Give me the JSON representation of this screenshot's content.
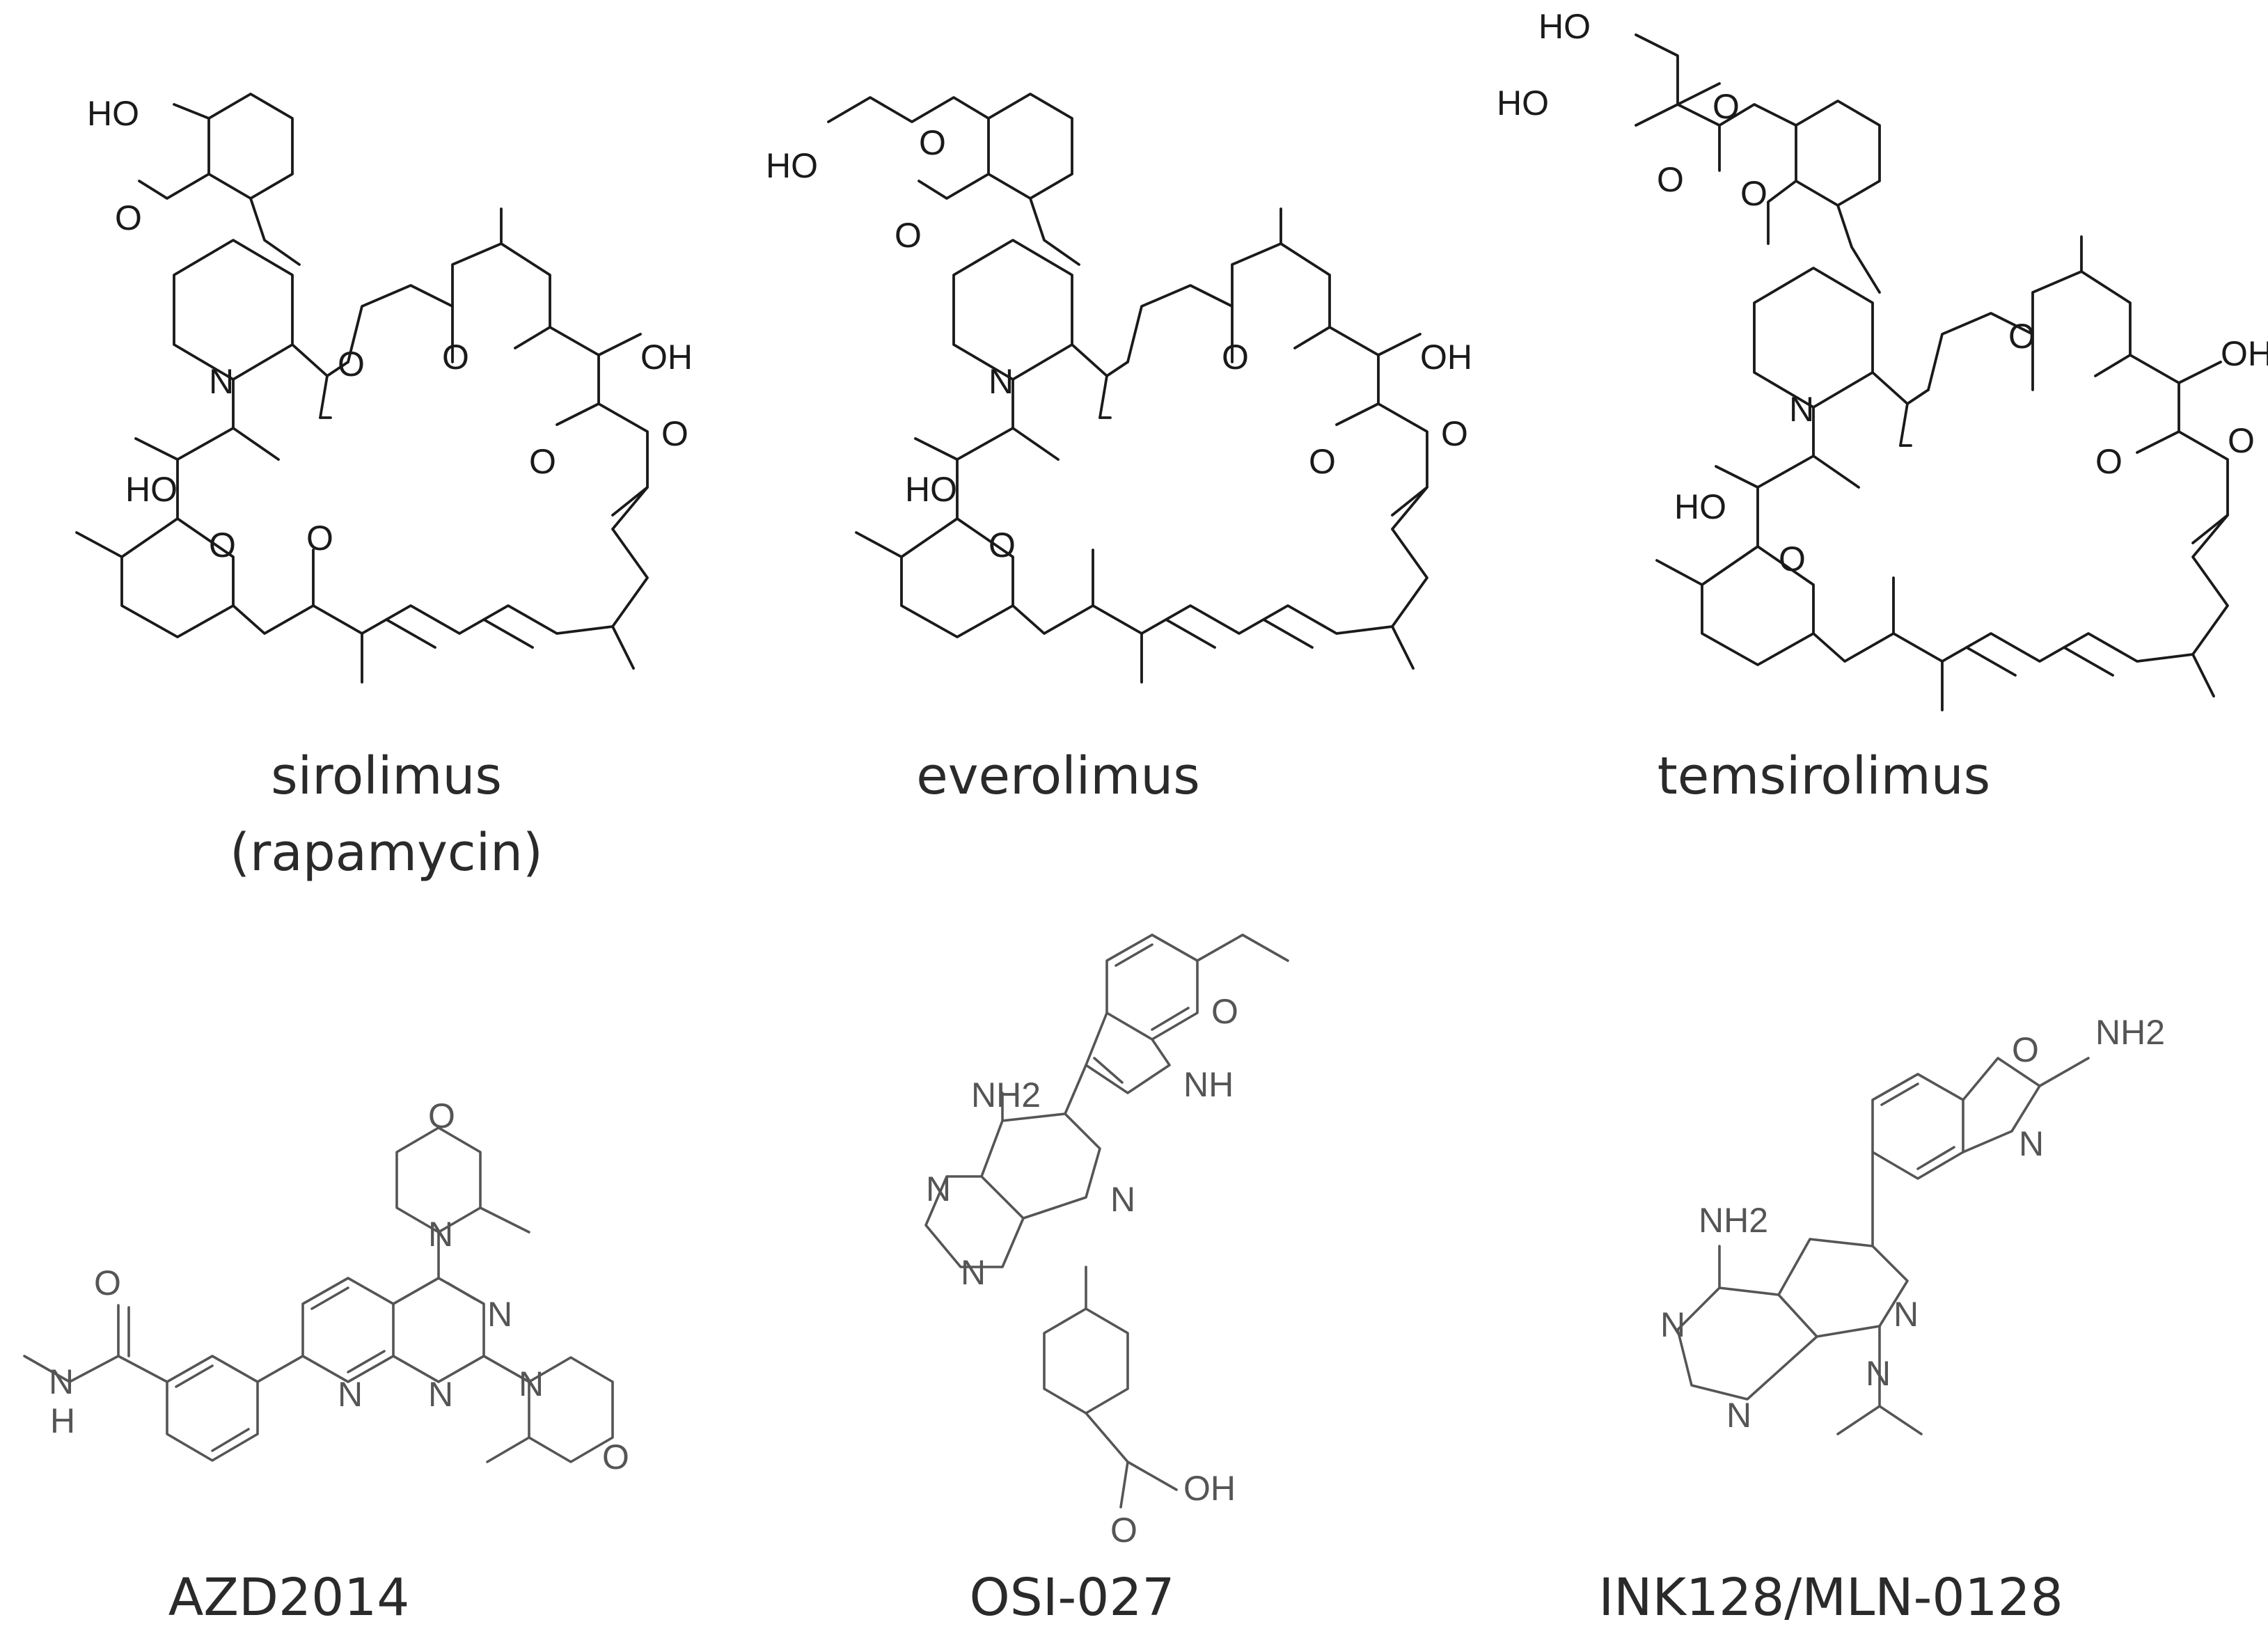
{
  "figure": {
    "compounds": [
      {
        "name": "sirolimus",
        "alt_name": "(rapamycin)"
      },
      {
        "name": "everolimus"
      },
      {
        "name": "temsirolimus"
      },
      {
        "name": "AZD2014"
      },
      {
        "name": "OSI-027"
      },
      {
        "name": "INK128/MLN-0128"
      }
    ],
    "atom_labels": {
      "HO": "HO",
      "OH": "OH",
      "O": "O",
      "N": "N",
      "NH": "NH",
      "H": "H",
      "NH2": "NH2"
    },
    "colors": {
      "structure": "#1a1a1a",
      "structure_grey": "#555555",
      "caption": "#2a2a2a",
      "background": "#ffffff"
    }
  }
}
